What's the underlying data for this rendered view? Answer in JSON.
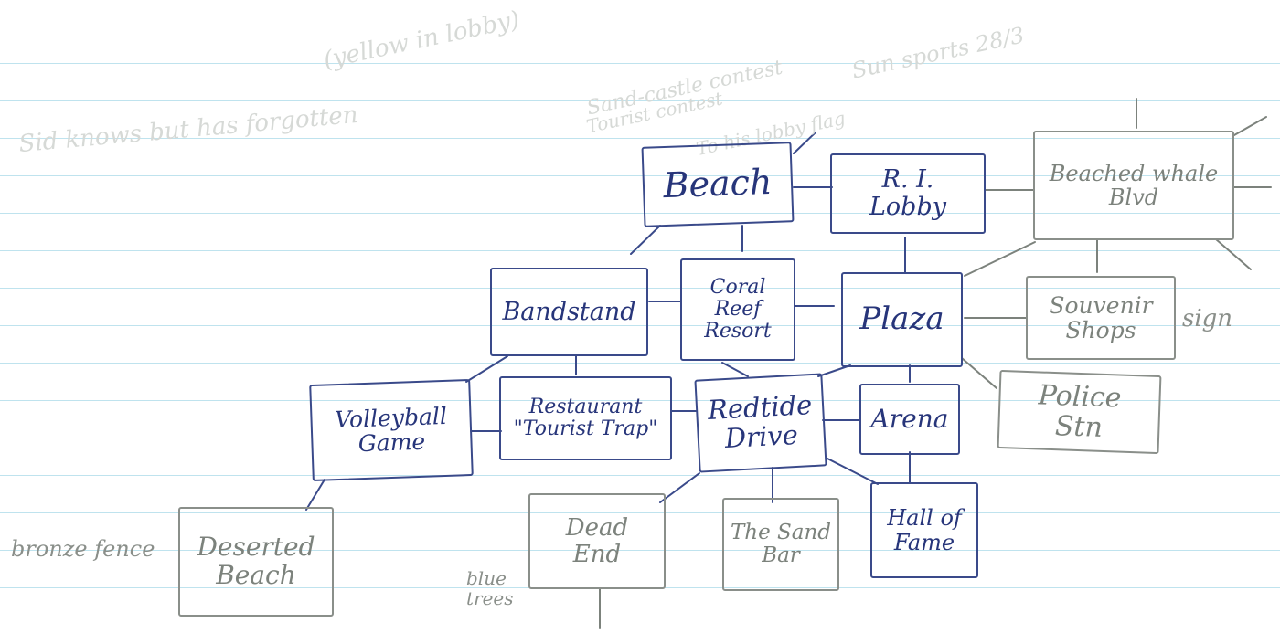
{
  "faint_notes": {
    "n1": "(yellow in lobby)",
    "n2": "Sun sports 28/3",
    "n3": "Sand-castle contest",
    "n4": "Tourist contest",
    "n5": "Sid knows but has forgotten",
    "n6": "To his lobby flag"
  },
  "rooms": {
    "beach": "Beach",
    "ri_lobby": "R. I.\nLobby",
    "beached_whale": "Beached whale\nBlvd",
    "bandstand": "Bandstand",
    "coral_reef": "Coral\nReef\nResort",
    "plaza": "Plaza",
    "souvenir": "Souvenir\nShops",
    "police": "Police\nStn",
    "volleyball": "Volleyball\nGame",
    "restaurant": "Restaurant\n\"Tourist Trap\"",
    "redtide": "Redtide\nDrive",
    "arena": "Arena",
    "deserted": "Deserted\nBeach",
    "dead_end": "Dead\nEnd",
    "sand_bar": "The Sand\nBar",
    "hall_of_fame": "Hall of\nFame"
  },
  "annotations": {
    "sign": "sign",
    "bronze_fence": "bronze fence",
    "blue_trees": "blue\ntrees"
  },
  "colors": {
    "ink": "#27357a",
    "pencil": "#8a8f8a",
    "ruling": "#bfe3ee"
  }
}
